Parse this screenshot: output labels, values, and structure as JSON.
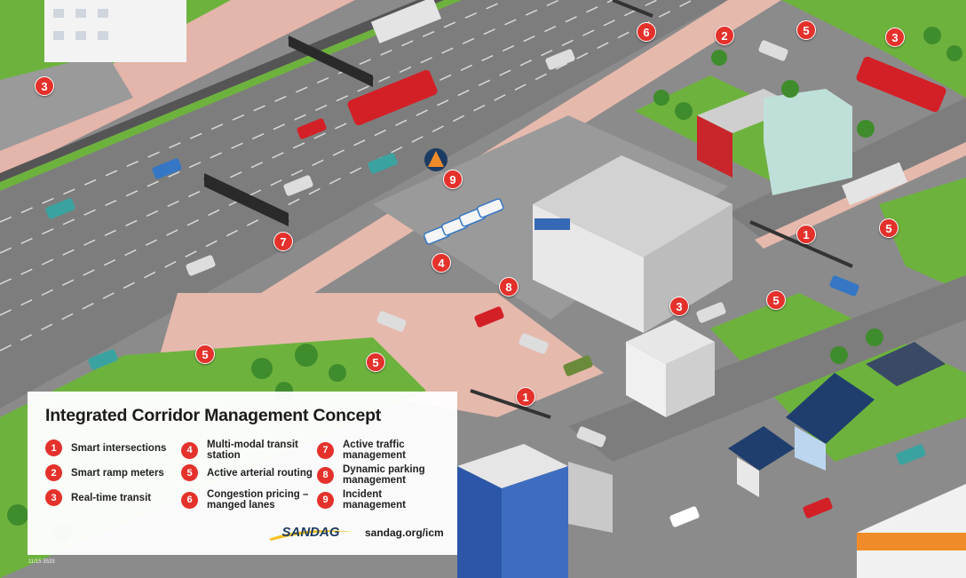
{
  "legend": {
    "title": "Integrated Corridor Management Concept",
    "items": [
      {
        "num": "1",
        "label": "Smart intersections"
      },
      {
        "num": "2",
        "label": "Smart ramp meters"
      },
      {
        "num": "3",
        "label": "Real-time transit"
      },
      {
        "num": "4",
        "label": "Multi-modal transit station"
      },
      {
        "num": "5",
        "label": "Active arterial routing"
      },
      {
        "num": "6",
        "label": "Congestion pricing – manged lanes"
      },
      {
        "num": "7",
        "label": "Active traffic management"
      },
      {
        "num": "8",
        "label": "Dynamic parking management"
      },
      {
        "num": "9",
        "label": "Incident management"
      }
    ],
    "brand_name": "SANDAG",
    "brand_url": "sandag.org/icm"
  },
  "footnote": "11/15   3533",
  "map_markers": [
    "6",
    "2",
    "5",
    "3",
    "3",
    "9",
    "7",
    "4",
    "1",
    "5",
    "8",
    "5",
    "3",
    "5",
    "5",
    "1"
  ],
  "colors": {
    "marker": "#e4312b",
    "grass": "#6fb33f",
    "sidewalk": "#e6b9ad",
    "road": "#838383",
    "freeway": "#7a7a7a",
    "brand_yellow": "#f6c21b"
  }
}
